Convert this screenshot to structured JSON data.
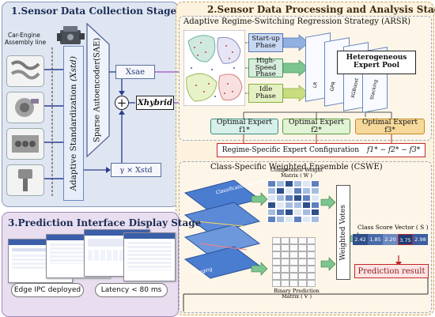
{
  "stage1": {
    "title": "1.Sensor Data Collection Stage",
    "line_label_1": "Car-Engine",
    "line_label_2": "Assembly line",
    "standardization": "Adaptive Standardization",
    "standardization_var": "(Xstd)",
    "sae": "Sparse Autoencoder(SAE)",
    "x_sae": "Xsae",
    "x_hybrid": "Xhybrid",
    "gamma_x_std": "γ × Xstd",
    "plus": "+"
  },
  "stage2": {
    "title": "2.Sensor Data Processing and Analysis Stage",
    "arsr_title": "Adaptive Regime-Switching Regression Strategy (ARSR)",
    "phases": [
      "Start-up Phase",
      "High-Speed Phase",
      "Idle Phase"
    ],
    "expert_pool": "Heterogeneous Expert Pool",
    "pool_labels": [
      "LR",
      "GPR",
      "XGBoost",
      "Stacking"
    ],
    "optimal_experts": [
      "Optimal Expert f1*",
      "Optimal Expert f2*",
      "Optimal Expert f3*"
    ],
    "config_label": "Regime-Specific Expert Configuration",
    "config_formula": "f1* − f2* − f3*",
    "cswe_title": "Class-Specific Weighted Ensemble (CSWE)",
    "competence_label": "Competence Weight Matrix ( W )",
    "binary_label": "Binary Prediction Matrix ( V )",
    "weighted_votes": "Weighted Votes",
    "class_score_label": "Class Score Vector ( S )",
    "class_scores": [
      "2.42",
      "1.85",
      "2.20",
      "3.75",
      "2.98"
    ],
    "prediction": "Prediction result",
    "layer_labels": [
      "Classification Algorithm",
      "Bagging"
    ]
  },
  "stage3": {
    "title": "3.Prediction Interface Display Stage",
    "deploy_label": "Edge IPC deployed",
    "latency_label": "Latency < 80 ms"
  },
  "colors": {
    "stage1_bg": "#dfe6f2",
    "stage2_bg": "#fdf2de",
    "stage3_bg": "#e9def0",
    "purple_arrow": "#b07ac9",
    "green_arrow": "#3c7d3c",
    "heatmap_dark": "#2f4f8a",
    "heatmap_light": "#c9d6ea",
    "highlight_red": "#c0282c"
  }
}
